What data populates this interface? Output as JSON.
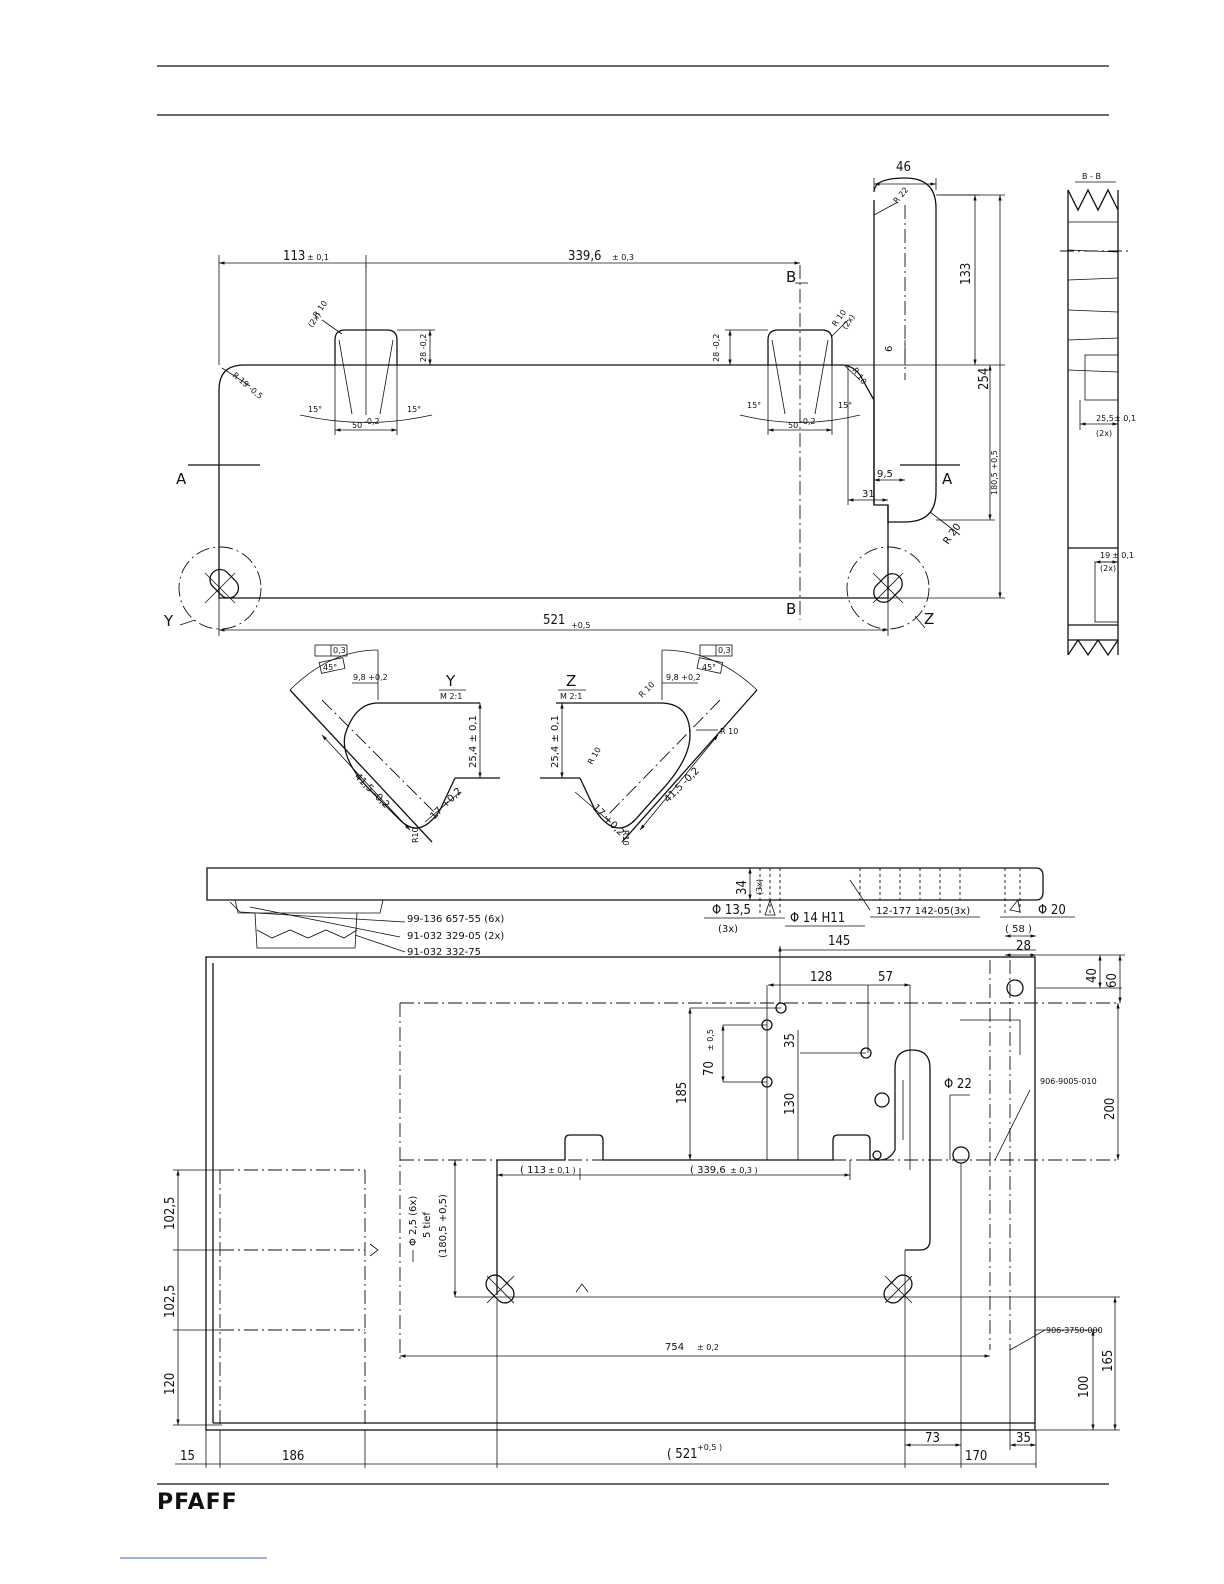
{
  "brand": "PFAFF",
  "views": {
    "top": {
      "dims": {
        "d113": "113",
        "d113_tol": "± 0,1",
        "d339": "339,6",
        "d339_tol": "± 0,3",
        "d521": "521",
        "d521_tol": "+0,5",
        "d46": "46",
        "d133": "133",
        "d254": "254",
        "d180": "180,5 +0,5",
        "d28a": "28 -0,2",
        "d28b": "28 -0,2",
        "d50a": "50",
        "d50b": "50",
        "d50_tol": "-0,2",
        "ang15": "15°",
        "r10": "R 10",
        "r10x2": "(2x)",
        "r19": "R 19 -0,5",
        "r22": "R 22",
        "r20": "R 20",
        "d6": "6",
        "d9_5": "9,5",
        "d31": "31"
      },
      "section_marks": {
        "A": "A",
        "B": "B",
        "Y": "Y",
        "Z": "Z"
      }
    },
    "section_bb": {
      "title": "B - B",
      "d25_5": "25,5",
      "d25_5_tol": "± 0,1",
      "d19": "19",
      "d19_tol": "± 0,1",
      "x2": "(2x)"
    },
    "detail_y": {
      "title": "Y",
      "scale": "M 2:1",
      "flat": "0,3",
      "angle": "45°",
      "d9_8": "9,8 +0,2",
      "d25_4": "25,4 ± 0,1",
      "d41_5": "41,5 -0,2",
      "d17": "17 +0,2",
      "r10": "R10"
    },
    "detail_z": {
      "title": "Z",
      "scale": "M 2:1",
      "flat": "0,3",
      "angle": "45°",
      "d9_8": "9,8 +0,2",
      "d25_4": "25,4 ± 0,1",
      "d41_5": "41,5 -0,2",
      "d17": "17 +0,2",
      "r10": "R 10",
      "r10b": "R10"
    },
    "side": {
      "d34": "34",
      "x3": "(3x)",
      "phi13": "Φ 13,5",
      "x3b": "(3x)",
      "phi14": "Φ 14 H11",
      "part1": "99-136 657-55 (6x)",
      "part2": "91-032 329-05 (2x)",
      "part3": "91-032 332-75",
      "part4": "12-177 142-05(3x)",
      "phi20": "Φ 20",
      "d58": "( 58 )"
    },
    "plate": {
      "d145": "145",
      "d28": "28",
      "d128": "128",
      "d57": "57",
      "d40": "40",
      "d60": "60",
      "d35": "35",
      "d70": "70",
      "d70_tol": "± 0,5",
      "d185": "185",
      "d130": "130",
      "phi22": "Φ 22",
      "ref1": "906-9005-010",
      "d200": "200",
      "d113p": "( 113",
      "d113p_tol": "± 0,1 )",
      "d339p": "( 339,6",
      "d339p_tol": "± 0,3 )",
      "d102a": "102,5",
      "d102b": "102,5",
      "d120": "120",
      "phi2_5": "Φ 2,5 (6x)",
      "tief": "5 tief",
      "d180p": "(180,5 +0,5)",
      "d754": "754",
      "d754_tol": "± 0,2",
      "ref2": "906-3750-000",
      "d100": "100",
      "d165": "165",
      "d15": "15",
      "d186": "186",
      "d521p": "( 521",
      "d521p_tol": "+0,5 )",
      "d73": "73",
      "d35b": "35",
      "d170": "170"
    }
  }
}
